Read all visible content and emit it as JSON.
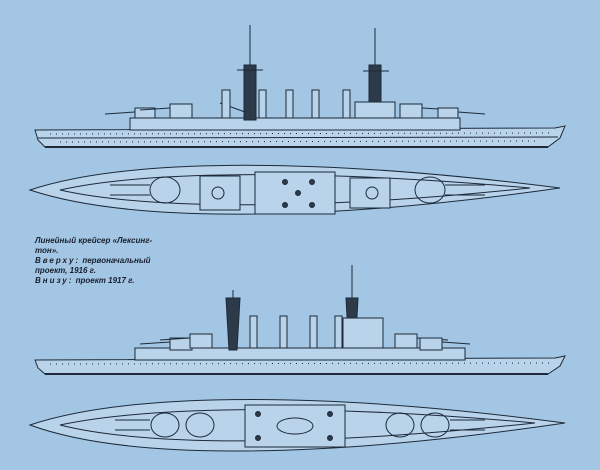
{
  "caption": {
    "line1": "Линейный крейсер «Лексинг-",
    "line2": "тон».",
    "line3_label": "Вверху:",
    "line3_text": " первоначальный",
    "line4": "проект, 1916 г.",
    "line5_label": "Внизу:",
    "line5_text": " проект 1917 г."
  },
  "colors": {
    "background": "#a2c6e3",
    "ink": "#1d2a3a",
    "hull": "#b8d3ea"
  }
}
